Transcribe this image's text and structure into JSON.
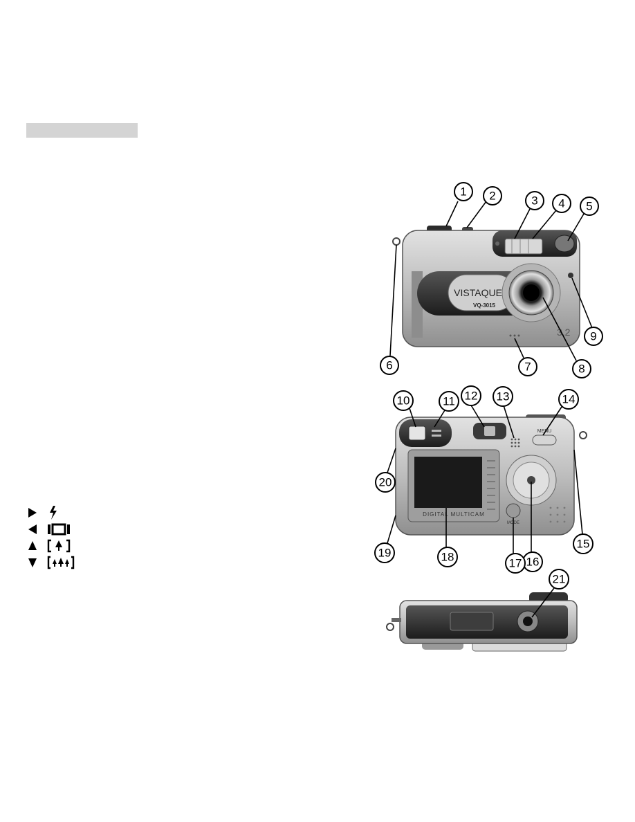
{
  "camera": {
    "brand": "VISTAQUEST",
    "model": "VQ-3015",
    "megapixels": "3.2",
    "lcd_label": "DIGITAL MULTICAM",
    "menu_label": "MENU",
    "mode_label": "MODE"
  },
  "callouts": [
    "1",
    "2",
    "3",
    "4",
    "5",
    "6",
    "7",
    "8",
    "9",
    "10",
    "11",
    "12",
    "13",
    "14",
    "15",
    "16",
    "17",
    "18",
    "19",
    "20",
    "21"
  ],
  "legend": [
    {
      "arrow": "right-triangle-icon",
      "symbol": "flash-icon"
    },
    {
      "arrow": "left-triangle-icon",
      "symbol": "self-timer-icon"
    },
    {
      "arrow": "up-triangle-icon",
      "symbol": "macro-focus-icon"
    },
    {
      "arrow": "down-triangle-icon",
      "symbol": "landscape-focus-icon"
    }
  ],
  "colors": {
    "title_bar": "#d4d4d4",
    "body_silver": "#b9b9b9",
    "dark": "#2a2a2a"
  }
}
